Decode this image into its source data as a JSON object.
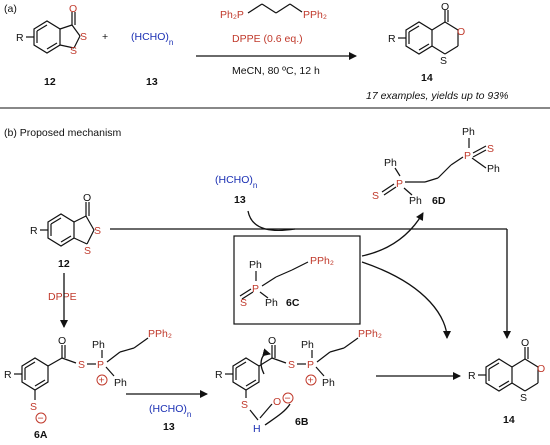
{
  "part_a": {
    "label": "(a)",
    "reagent_formula": "(HCHO)",
    "reagent_sub": "n",
    "plus": "+",
    "dppe_structure": {
      "ph2p_left": "Ph₂P",
      "pph2_right": "PPh₂"
    },
    "condition_1": "DPPE (0.6 eq.)",
    "condition_2": "MeCN, 80 ºC, 12 h",
    "compound_12": "12",
    "compound_13": "13",
    "compound_14": "14",
    "scope_note": "17 examples, yields up to 93%",
    "atoms": {
      "R": "R",
      "S1": "S",
      "S2": "S",
      "O_carbonyl": "O",
      "O_ring": "O",
      "S_ring": "S"
    }
  },
  "part_b": {
    "label": "(b) Proposed mechanism",
    "reagent_formula": "(HCHO)",
    "reagent_sub": "n",
    "compound_13": "13",
    "compound_12": "12",
    "dppe_label": "DPPE",
    "int_6A": "6A",
    "int_6B": "6B",
    "int_6C": "6C",
    "int_6D": "6D",
    "product_14": "14",
    "ph": "Ph",
    "pph2": "PPh₂",
    "P": "P",
    "S": "S",
    "O": "O",
    "H": "H",
    "R": "R",
    "plus_charge": "+",
    "minus_charge": "−"
  },
  "colors": {
    "accent_red": "#c0392b",
    "accent_blue": "#1a2fb3",
    "line": "#111111"
  }
}
